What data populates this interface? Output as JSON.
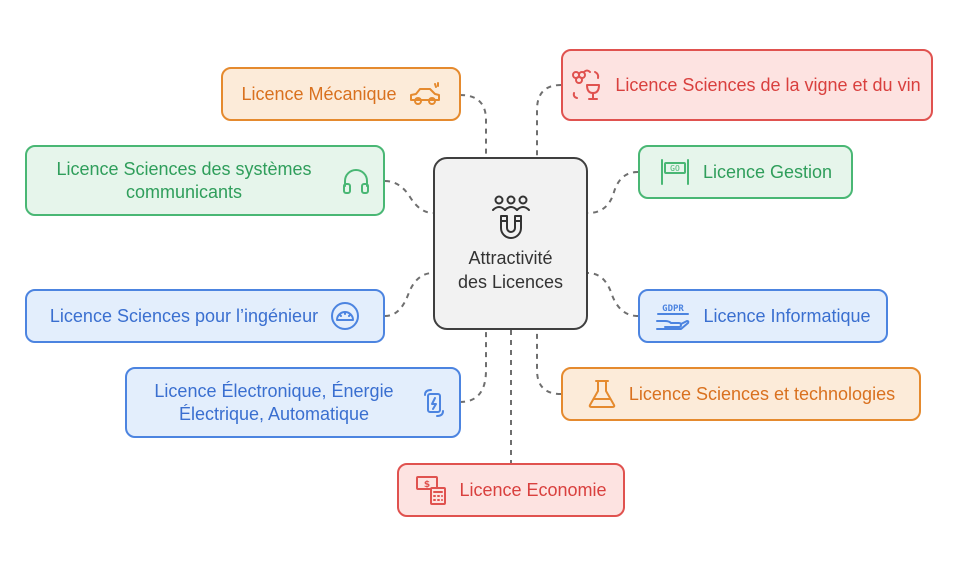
{
  "center": {
    "title": "Attractivité des Licences",
    "icon": "team-magnet-icon"
  },
  "nodes": [
    {
      "id": "mecanique",
      "label": "Licence Mécanique",
      "icon": "car-icon",
      "color": "#e58a2e"
    },
    {
      "id": "vigne",
      "label": "Licence Sciences de la vigne et du vin",
      "icon": "grapes-wine-icon",
      "color": "#e0524f"
    },
    {
      "id": "systemes",
      "label": "Licence Sciences des systèmes communicants",
      "icon": "headphones-icon",
      "color": "#49b774"
    },
    {
      "id": "gestion",
      "label": "Licence Gestion",
      "icon": "go-sign-icon",
      "color": "#49b774"
    },
    {
      "id": "ingenieur",
      "label": "Licence Sciences pour l’ingénieur",
      "icon": "protractor-icon",
      "color": "#4c84e0"
    },
    {
      "id": "informatique",
      "label": "Licence Informatique",
      "icon": "gdpr-hand-icon",
      "color": "#4c84e0"
    },
    {
      "id": "electronique",
      "label": "Licence Électronique, Énergie Électrique, Automatique",
      "icon": "battery-cycle-icon",
      "color": "#4c84e0"
    },
    {
      "id": "technologies",
      "label": "Licence Sciences et technologies",
      "icon": "flask-icon",
      "color": "#e58a2e"
    },
    {
      "id": "economie",
      "label": "Licence Economie",
      "icon": "money-calculator-icon",
      "color": "#e0524f"
    }
  ]
}
